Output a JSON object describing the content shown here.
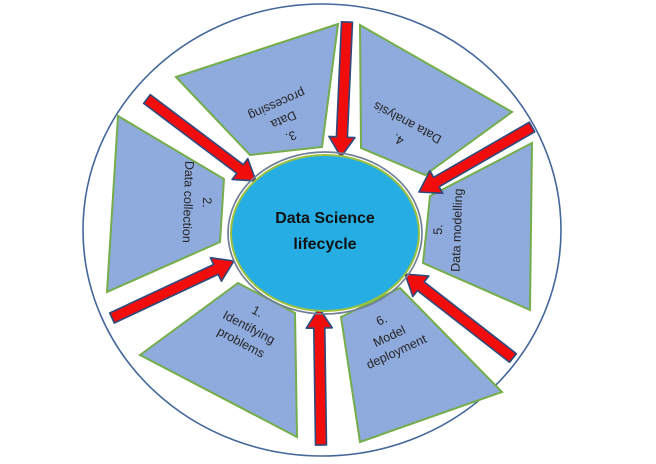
{
  "diagram": {
    "type": "radial-cycle",
    "center": {
      "line1": "Data Science",
      "line2": "lifecycle"
    },
    "segments": [
      {
        "id": "identifying-problems",
        "number": "1.",
        "label": "Identifying problems",
        "lines": [
          "Identifying",
          "problems"
        ]
      },
      {
        "id": "data-collection",
        "number": "2.",
        "label": "Data collection",
        "lines": [
          "Data collection"
        ]
      },
      {
        "id": "data-processing",
        "number": "3.",
        "label": "Data processing",
        "lines": [
          "Data",
          "processing"
        ]
      },
      {
        "id": "data-analysis",
        "number": "4.",
        "label": "Data analysis",
        "lines": [
          "Data analysis"
        ]
      },
      {
        "id": "data-modelling",
        "number": "5.",
        "label": "Data modelling",
        "lines": [
          "Data modelling"
        ]
      },
      {
        "id": "model-deployment",
        "number": "6.",
        "label": "Model deployment",
        "lines": [
          "Model",
          "deployment"
        ]
      }
    ],
    "arrows": {
      "direction": "inward",
      "names": [
        "arrow-top",
        "arrow-top-left",
        "arrow-top-right",
        "arrow-bottom-left",
        "arrow-bottom-right",
        "arrow-bottom"
      ]
    }
  },
  "colors": {
    "background": "#FFFFFF",
    "center_fill": "#26AEE4",
    "center_border": "#9DC13C",
    "center_ring": "#6F7F95",
    "segment_fill": "#8FAADC",
    "segment_border": "#74AE4A",
    "arrow_fill": "#F20D0D",
    "arrow_border": "#2B4A7D",
    "outer_ring": "#44679B",
    "title_color": "#111111",
    "label_color": "#262626"
  }
}
